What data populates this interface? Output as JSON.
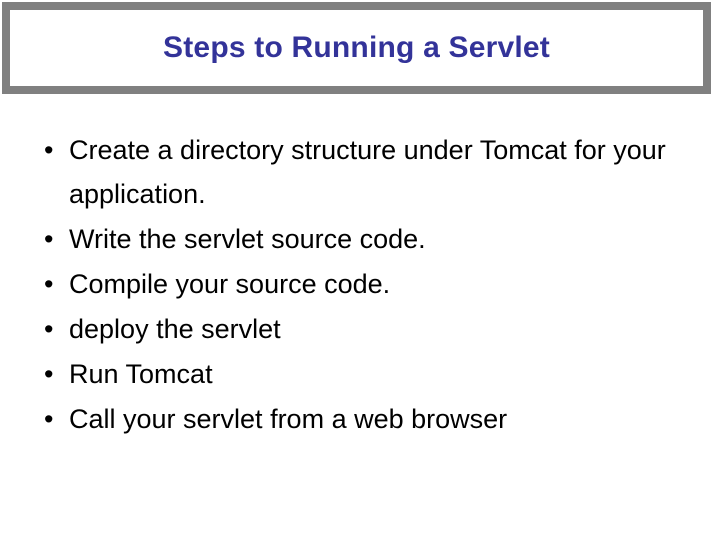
{
  "slide": {
    "title": "Steps to Running a Servlet",
    "title_color": "#333399",
    "border_color": "#808080",
    "background_color": "#FFFFFF",
    "body_text_color": "#000000",
    "bullet_glyph": "•",
    "bullets": [
      {
        "text": "Create a directory structure under Tomcat for your application."
      },
      {
        "text": "Write the servlet source code."
      },
      {
        "text": "Compile your source code."
      },
      {
        "text": "deploy the servlet"
      },
      {
        "text": "Run Tomcat"
      },
      {
        "text": "Call your servlet from a web browser"
      }
    ]
  }
}
